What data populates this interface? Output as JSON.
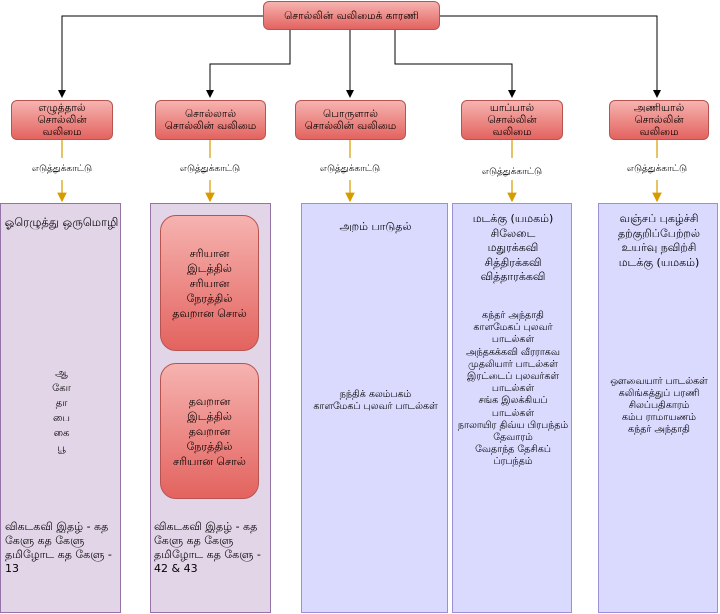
{
  "root": {
    "label": "சொல்லின் வலிமைக் காரணி"
  },
  "branches": [
    {
      "label": "எழுத்தால் சொல்லின் வலிமை",
      "example_label": "எடுத்துக்காட்டு"
    },
    {
      "label": "சொல்லால் சொல்லின் வலிமை",
      "example_label": "எடுத்துக்காட்டு"
    },
    {
      "label": "பொருளால் சொல்லின் வலிமை",
      "example_label": "எடுத்துக்காட்டு"
    },
    {
      "label": "யாப்பால் சொல்லின் வலிமை",
      "example_label": "எடுத்துக்காட்டு"
    },
    {
      "label": "அணியால் சொல்லின் வலிமை",
      "example_label": "எடுத்துக்காட்டு"
    }
  ],
  "columns": {
    "col1": {
      "title": "ஓரெழுத்து ஒருமொழி",
      "letters": "ஆ\nகோ\nதா\nபை\nகை\nபூ",
      "reference": "விகடகவி இதழ் - கத கேளு கத கேளு தமிழோட கத கேளு - 13"
    },
    "col2": {
      "box1": "சரியான\nஇடத்தில்\nசரியான\nநேரத்தில்\nதவறான சொல்",
      "box2": "தவறான\nஇடத்தில்\nதவறான\nநேரத்தில்\nசரியான சொல்",
      "reference": "விகடகவி இதழ் - கத கேளு கத கேளு தமிழோட கத கேளு - 42 & 43"
    },
    "col3": {
      "title": "அறம் பாடுதல்",
      "examples": "நந்திக் கலம்பகம்\nகாளமேகப் புலவர் பாடல்கள்"
    },
    "col4": {
      "title": "மடக்கு (யமகம்)\nசிலேடை\nமதுரக்கவி\nசித்திரக்கவி\nவித்தாரக்கவி",
      "examples": "கந்தர் அந்தாதி\nகாளமேகப் புலவர் பாடல்கள்\nஅந்தகக்கவி வீரராகவ முதலியார் பாடல்கள்\nஇரட்டைப் புலவர்கள் பாடல்கள்\nசங்க இலக்கியப் பாடல்கள்\nநாலாயிர திவ்ய பிரபந்தம்\nதேவாரம்\nவேதாந்த தேசிகப் ப்ரபந்தம்"
    },
    "col5": {
      "title": "வஞ்சப் புகழ்ச்சி\nதற்குறிப்பேற்றல்\nஉயர்வு நவிற்சி\nமடக்கு (யமகம்)",
      "examples": "ஔவையார் பாடல்கள்\nகலிங்கத்துப் பரணி\nசிலப்பதிகாரம்\nகம்ப ராமாயணம்\nகந்தர் அந்தாதி"
    }
  },
  "colors": {
    "red_box": "#e3635f",
    "red_border": "#b85450",
    "lavender": "#e1d5e7",
    "blue": "#dadaff",
    "arrow_orange": "#d79b00"
  }
}
